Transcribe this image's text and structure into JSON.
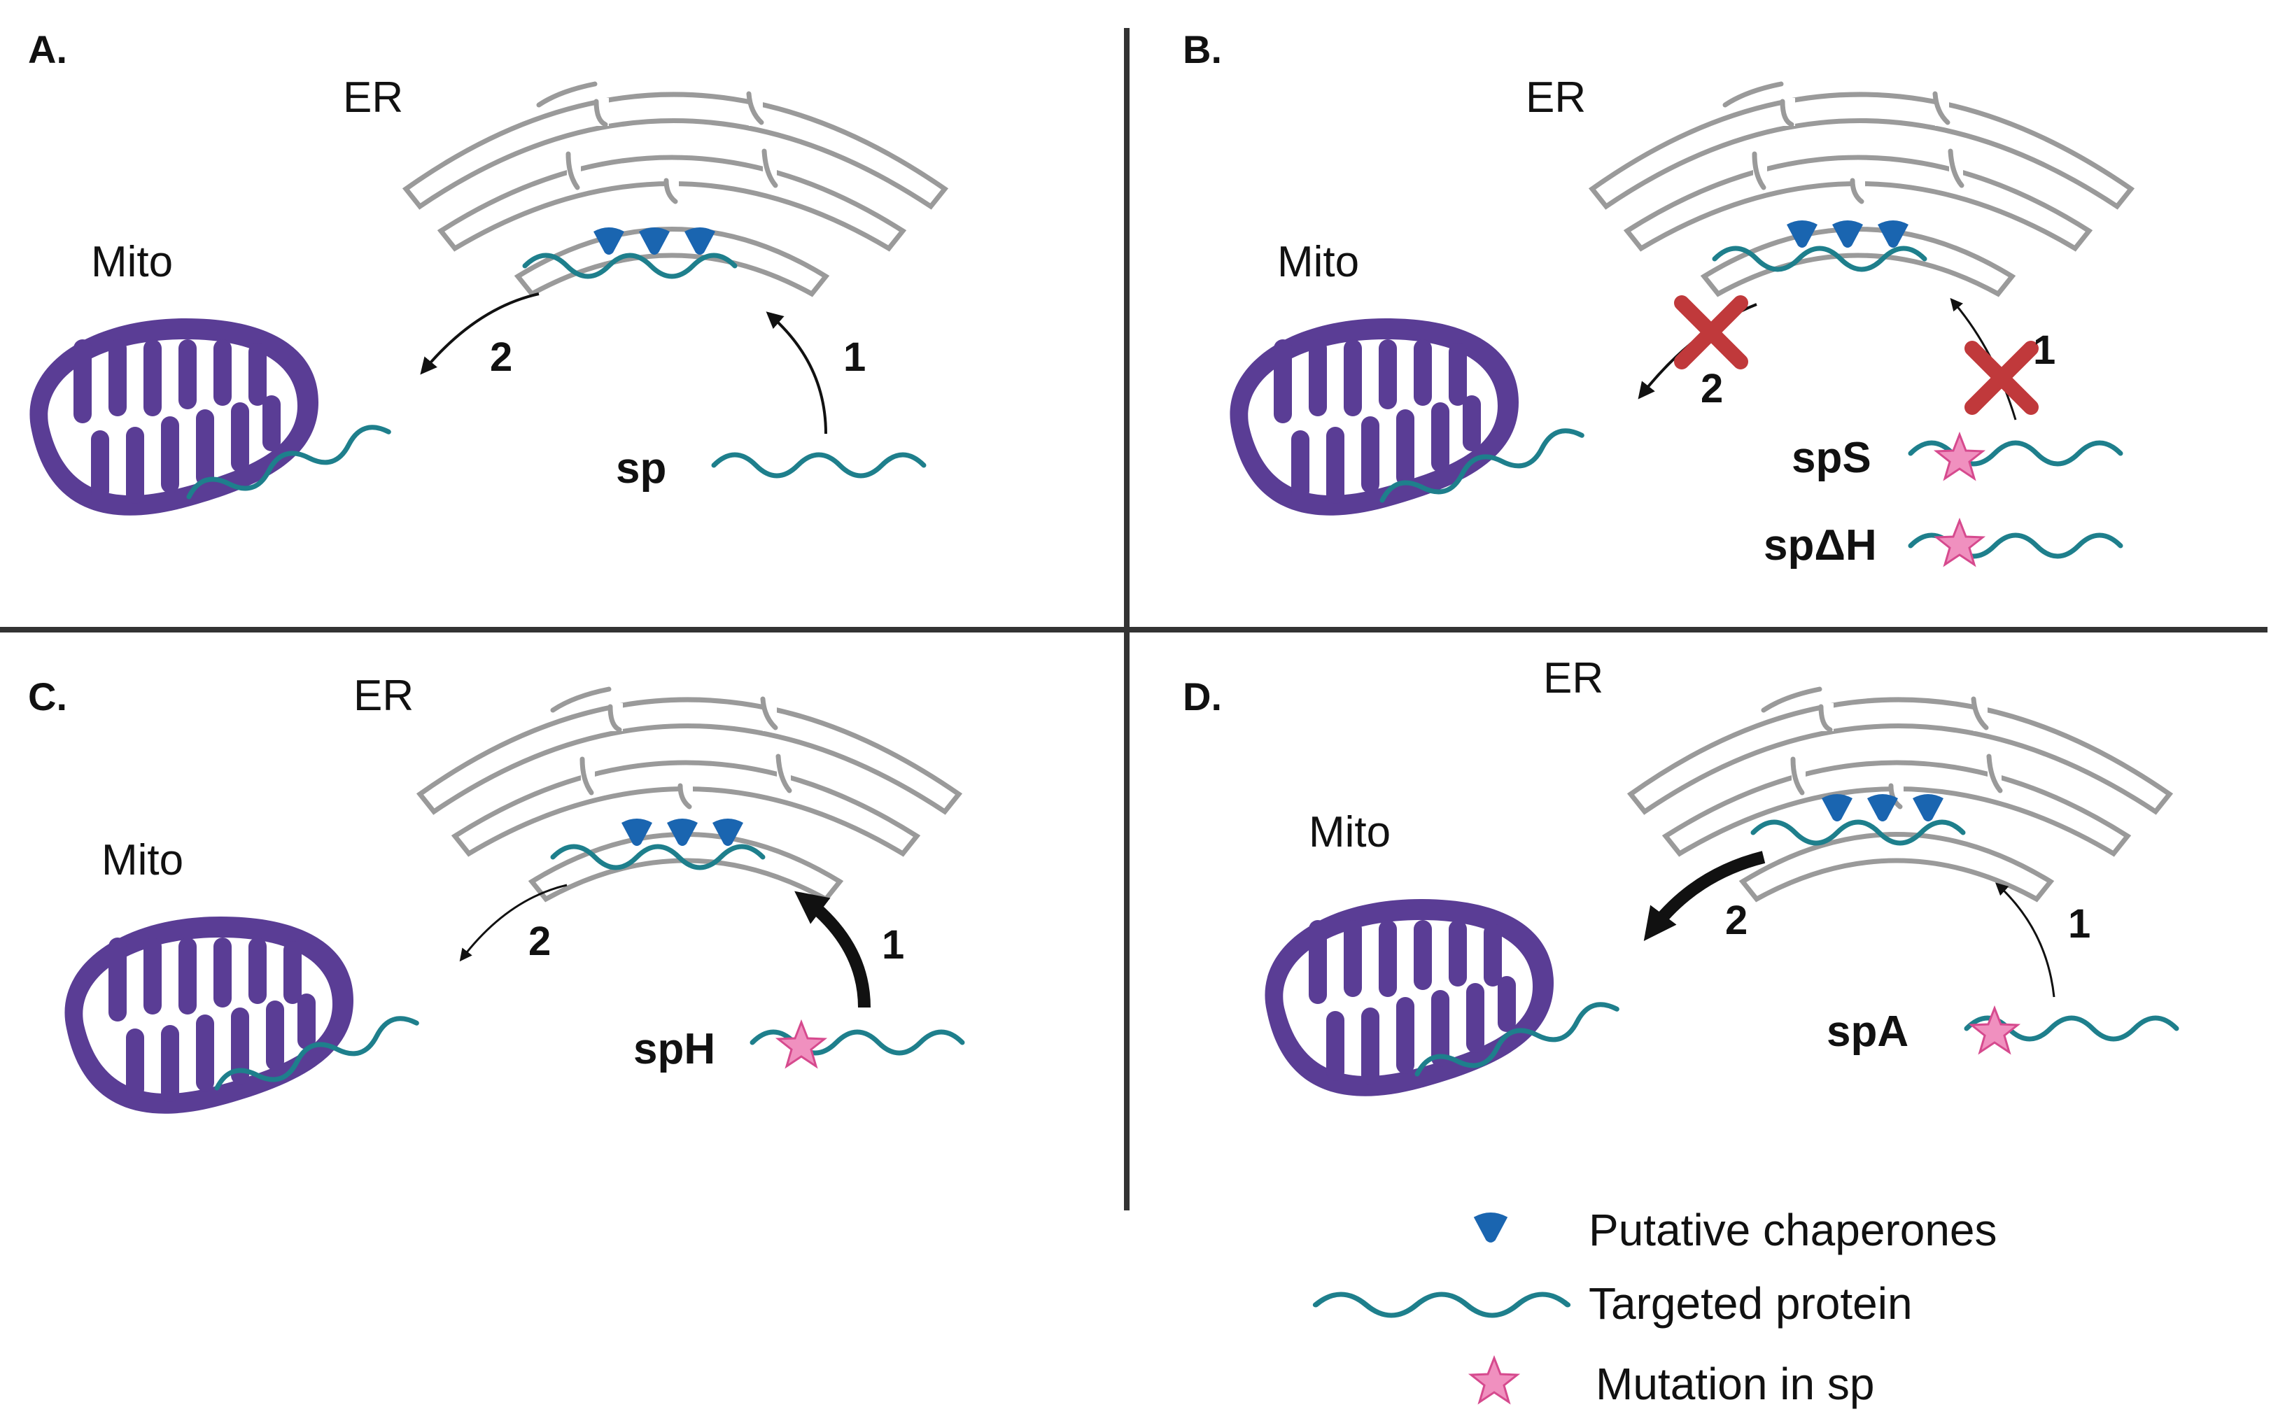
{
  "panels": [
    {
      "id": "A",
      "label": "A.",
      "er_label": "ER",
      "mito_label": "Mito",
      "protein_labels": [
        "sp"
      ],
      "arrow_1": {
        "label": "1",
        "weight": "normal",
        "blocked": false
      },
      "arrow_2": {
        "label": "2",
        "weight": "normal",
        "blocked": false
      }
    },
    {
      "id": "B",
      "label": "B.",
      "er_label": "ER",
      "mito_label": "Mito",
      "protein_labels": [
        "spS",
        "spΔH"
      ],
      "arrow_1": {
        "label": "1",
        "weight": "thin",
        "blocked": true
      },
      "arrow_2": {
        "label": "2",
        "weight": "normal",
        "blocked": true
      }
    },
    {
      "id": "C",
      "label": "C.",
      "er_label": "ER",
      "mito_label": "Mito",
      "protein_labels": [
        "spH"
      ],
      "arrow_1": {
        "label": "1",
        "weight": "thick",
        "blocked": false
      },
      "arrow_2": {
        "label": "2",
        "weight": "thin",
        "blocked": false
      }
    },
    {
      "id": "D",
      "label": "D.",
      "er_label": "ER",
      "mito_label": "Mito",
      "protein_labels": [
        "spA"
      ],
      "arrow_1": {
        "label": "1",
        "weight": "thin",
        "blocked": false
      },
      "arrow_2": {
        "label": "2",
        "weight": "thick",
        "blocked": false
      }
    }
  ],
  "legend": {
    "chaperone": "Putative chaperones",
    "protein": "Targeted protein",
    "mutation": "Mutation in sp"
  },
  "colors": {
    "er_outline": "#9a9a9a",
    "mito_fill": "#5a3d95",
    "mito_cristae": "#ffffff",
    "protein": "#1e7f8c",
    "chaperone": "#1a65b0",
    "mutation_star": "#f090bf",
    "block_cross": "#c0393b",
    "divider": "#333333"
  }
}
